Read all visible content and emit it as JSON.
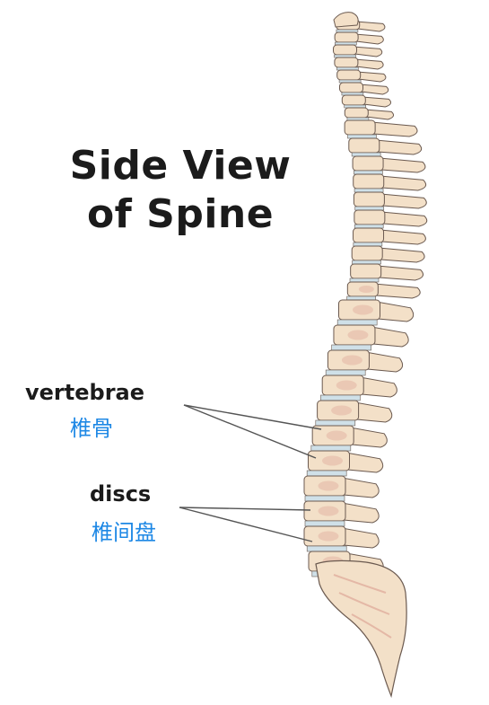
{
  "diagram": {
    "title_line1": "Side View",
    "title_line2": "of Spine",
    "labels": {
      "vertebrae_en": "vertebrae",
      "vertebrae_zh": "椎骨",
      "discs_en": "discs",
      "discs_zh": "椎间盘"
    },
    "colors": {
      "bone": "#f3e0c8",
      "bone_shadow": "#e4b8a6",
      "disc": "#cfe0e8",
      "outline": "#6b5a50",
      "title_text": "#1b1b1b",
      "chinese_text": "#1e88e5"
    }
  }
}
